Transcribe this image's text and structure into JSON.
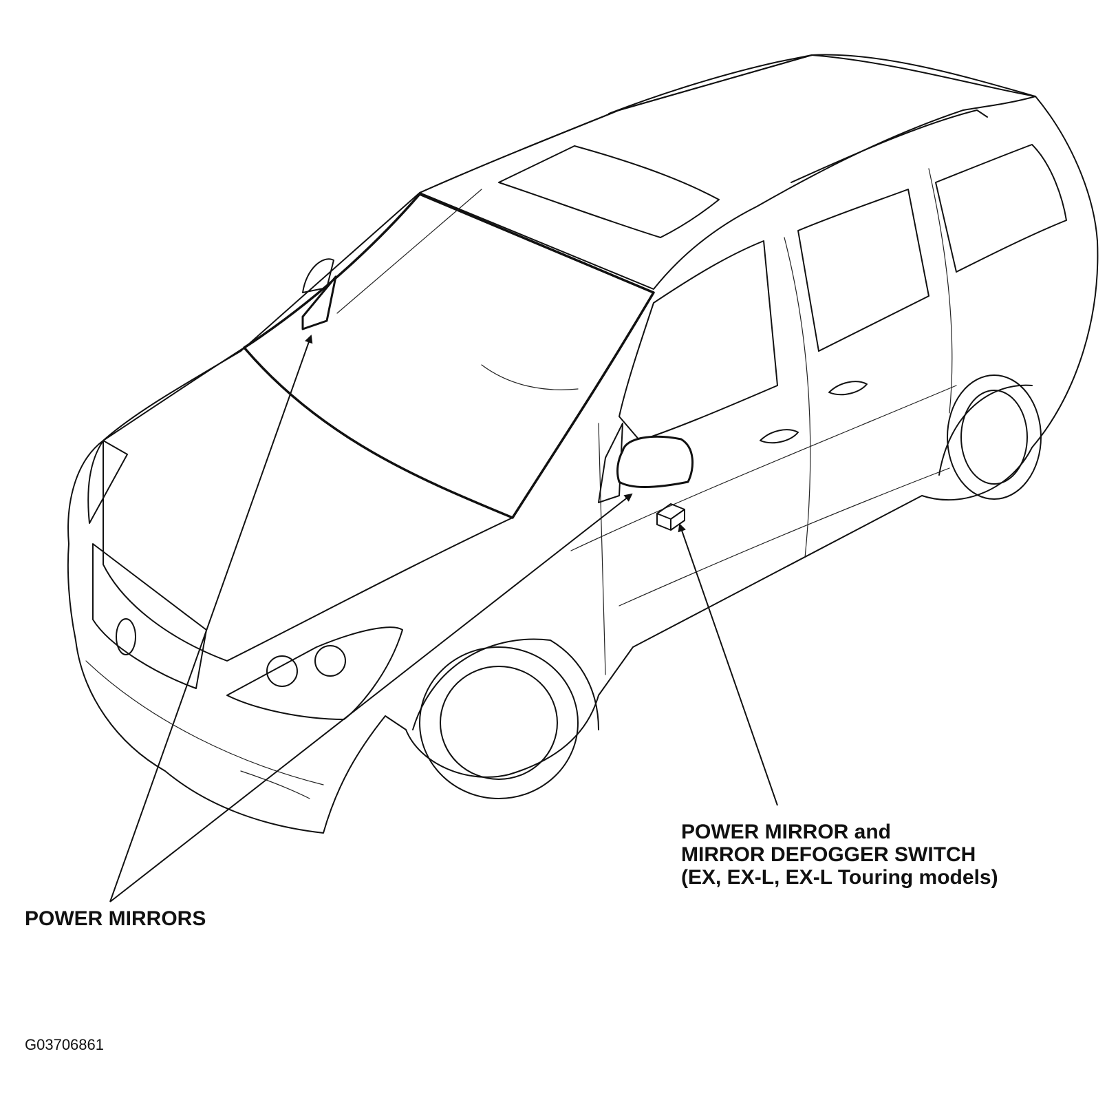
{
  "labels": {
    "power_mirrors": "POWER MIRRORS",
    "switch_line1": "POWER MIRROR and",
    "switch_line2": "MIRROR DEFOGGER SWITCH",
    "switch_line3": "(EX, EX-L, EX-L Touring models)"
  },
  "figure_code": "G03706861",
  "colors": {
    "ink": "#111111",
    "background": "#ffffff"
  }
}
